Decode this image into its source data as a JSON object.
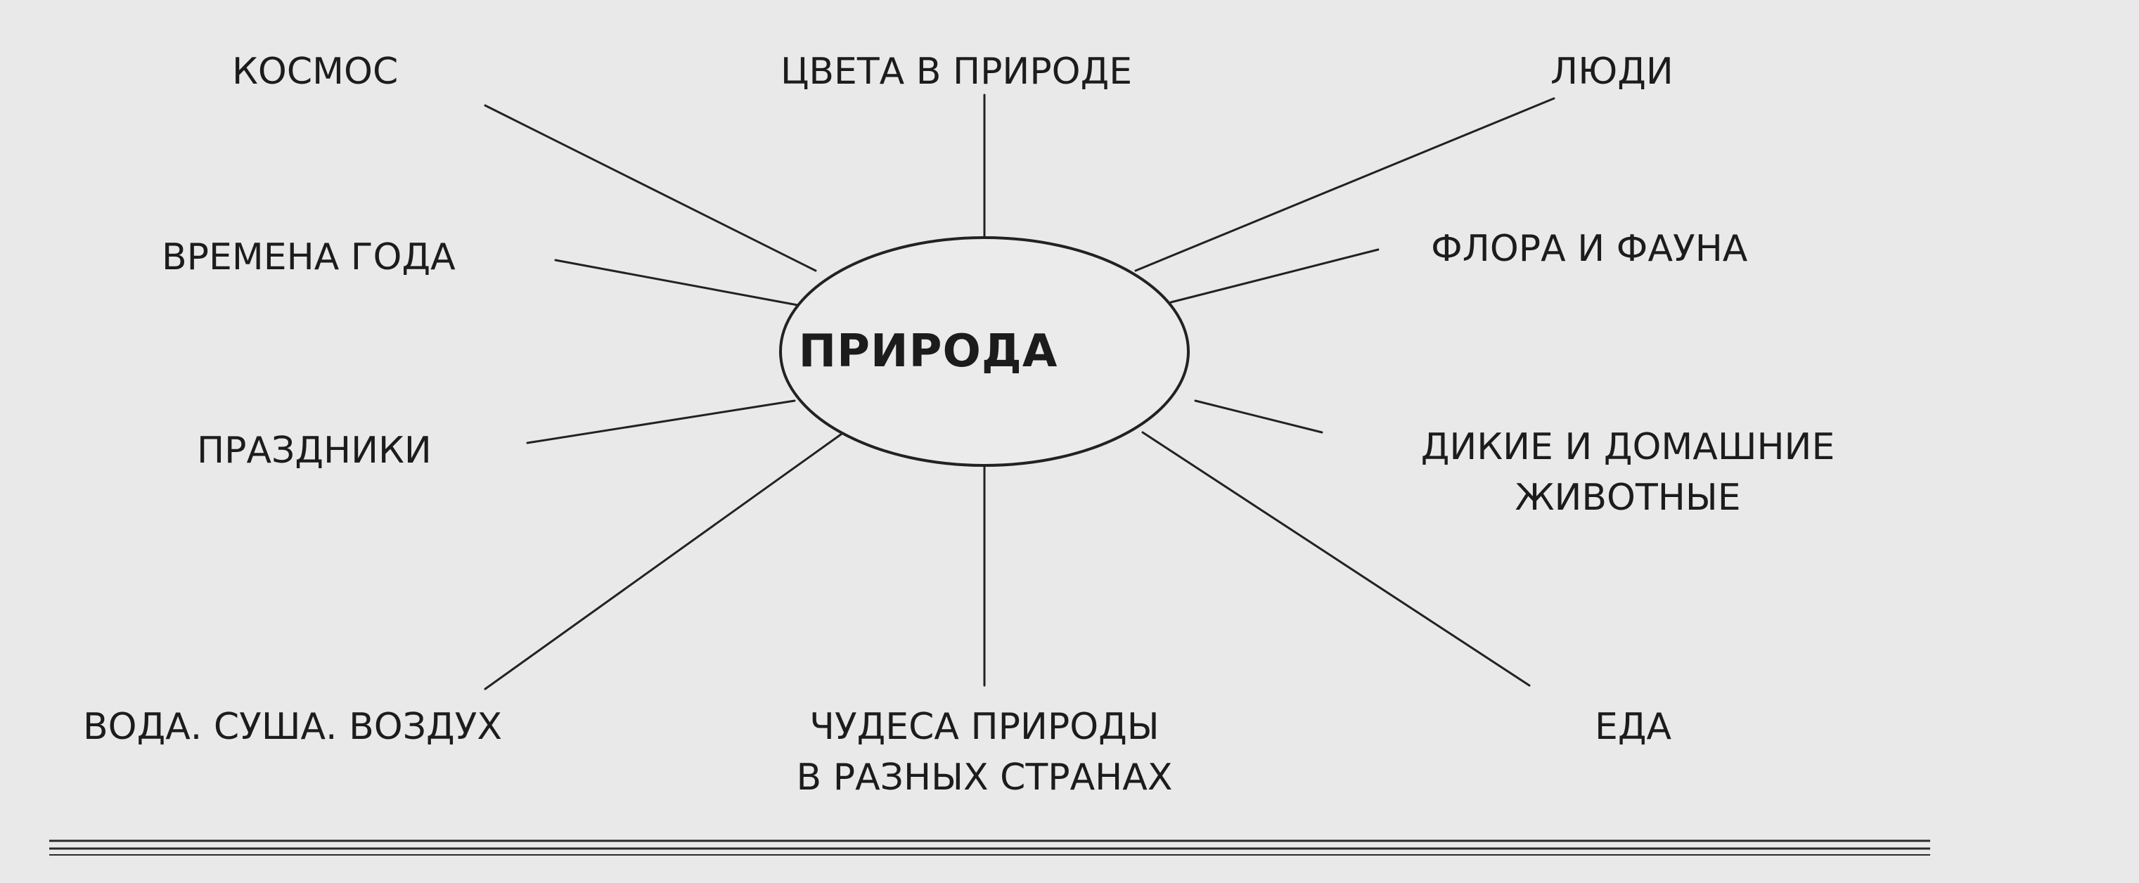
{
  "diagram": {
    "center": "ПРИРОДА",
    "topics": [
      {
        "id": "kosmos",
        "lines": [
          "КОСМОС"
        ]
      },
      {
        "id": "tsveta",
        "lines": [
          "ЦВЕТА В ПРИРОДЕ"
        ]
      },
      {
        "id": "lyudi",
        "lines": [
          "ЛЮДИ"
        ]
      },
      {
        "id": "vremena",
        "lines": [
          "ВРЕМЕНА ГОДА"
        ]
      },
      {
        "id": "flora",
        "lines": [
          "ФЛОРА И ФАУНА"
        ]
      },
      {
        "id": "prazdniki",
        "lines": [
          "ПРАЗДНИКИ"
        ]
      },
      {
        "id": "zhivotnye",
        "lines": [
          "ДИКИЕ И ДОМАШНИЕ",
          "ЖИВОТНЫЕ"
        ]
      },
      {
        "id": "voda",
        "lines": [
          "ВОДА. СУША. ВОЗДУХ"
        ]
      },
      {
        "id": "chudesa",
        "lines": [
          "ЧУДЕСА ПРИРОДЫ",
          "В РАЗНЫХ СТРАНАХ"
        ]
      },
      {
        "id": "eda",
        "lines": [
          "ЕДА"
        ]
      }
    ]
  }
}
